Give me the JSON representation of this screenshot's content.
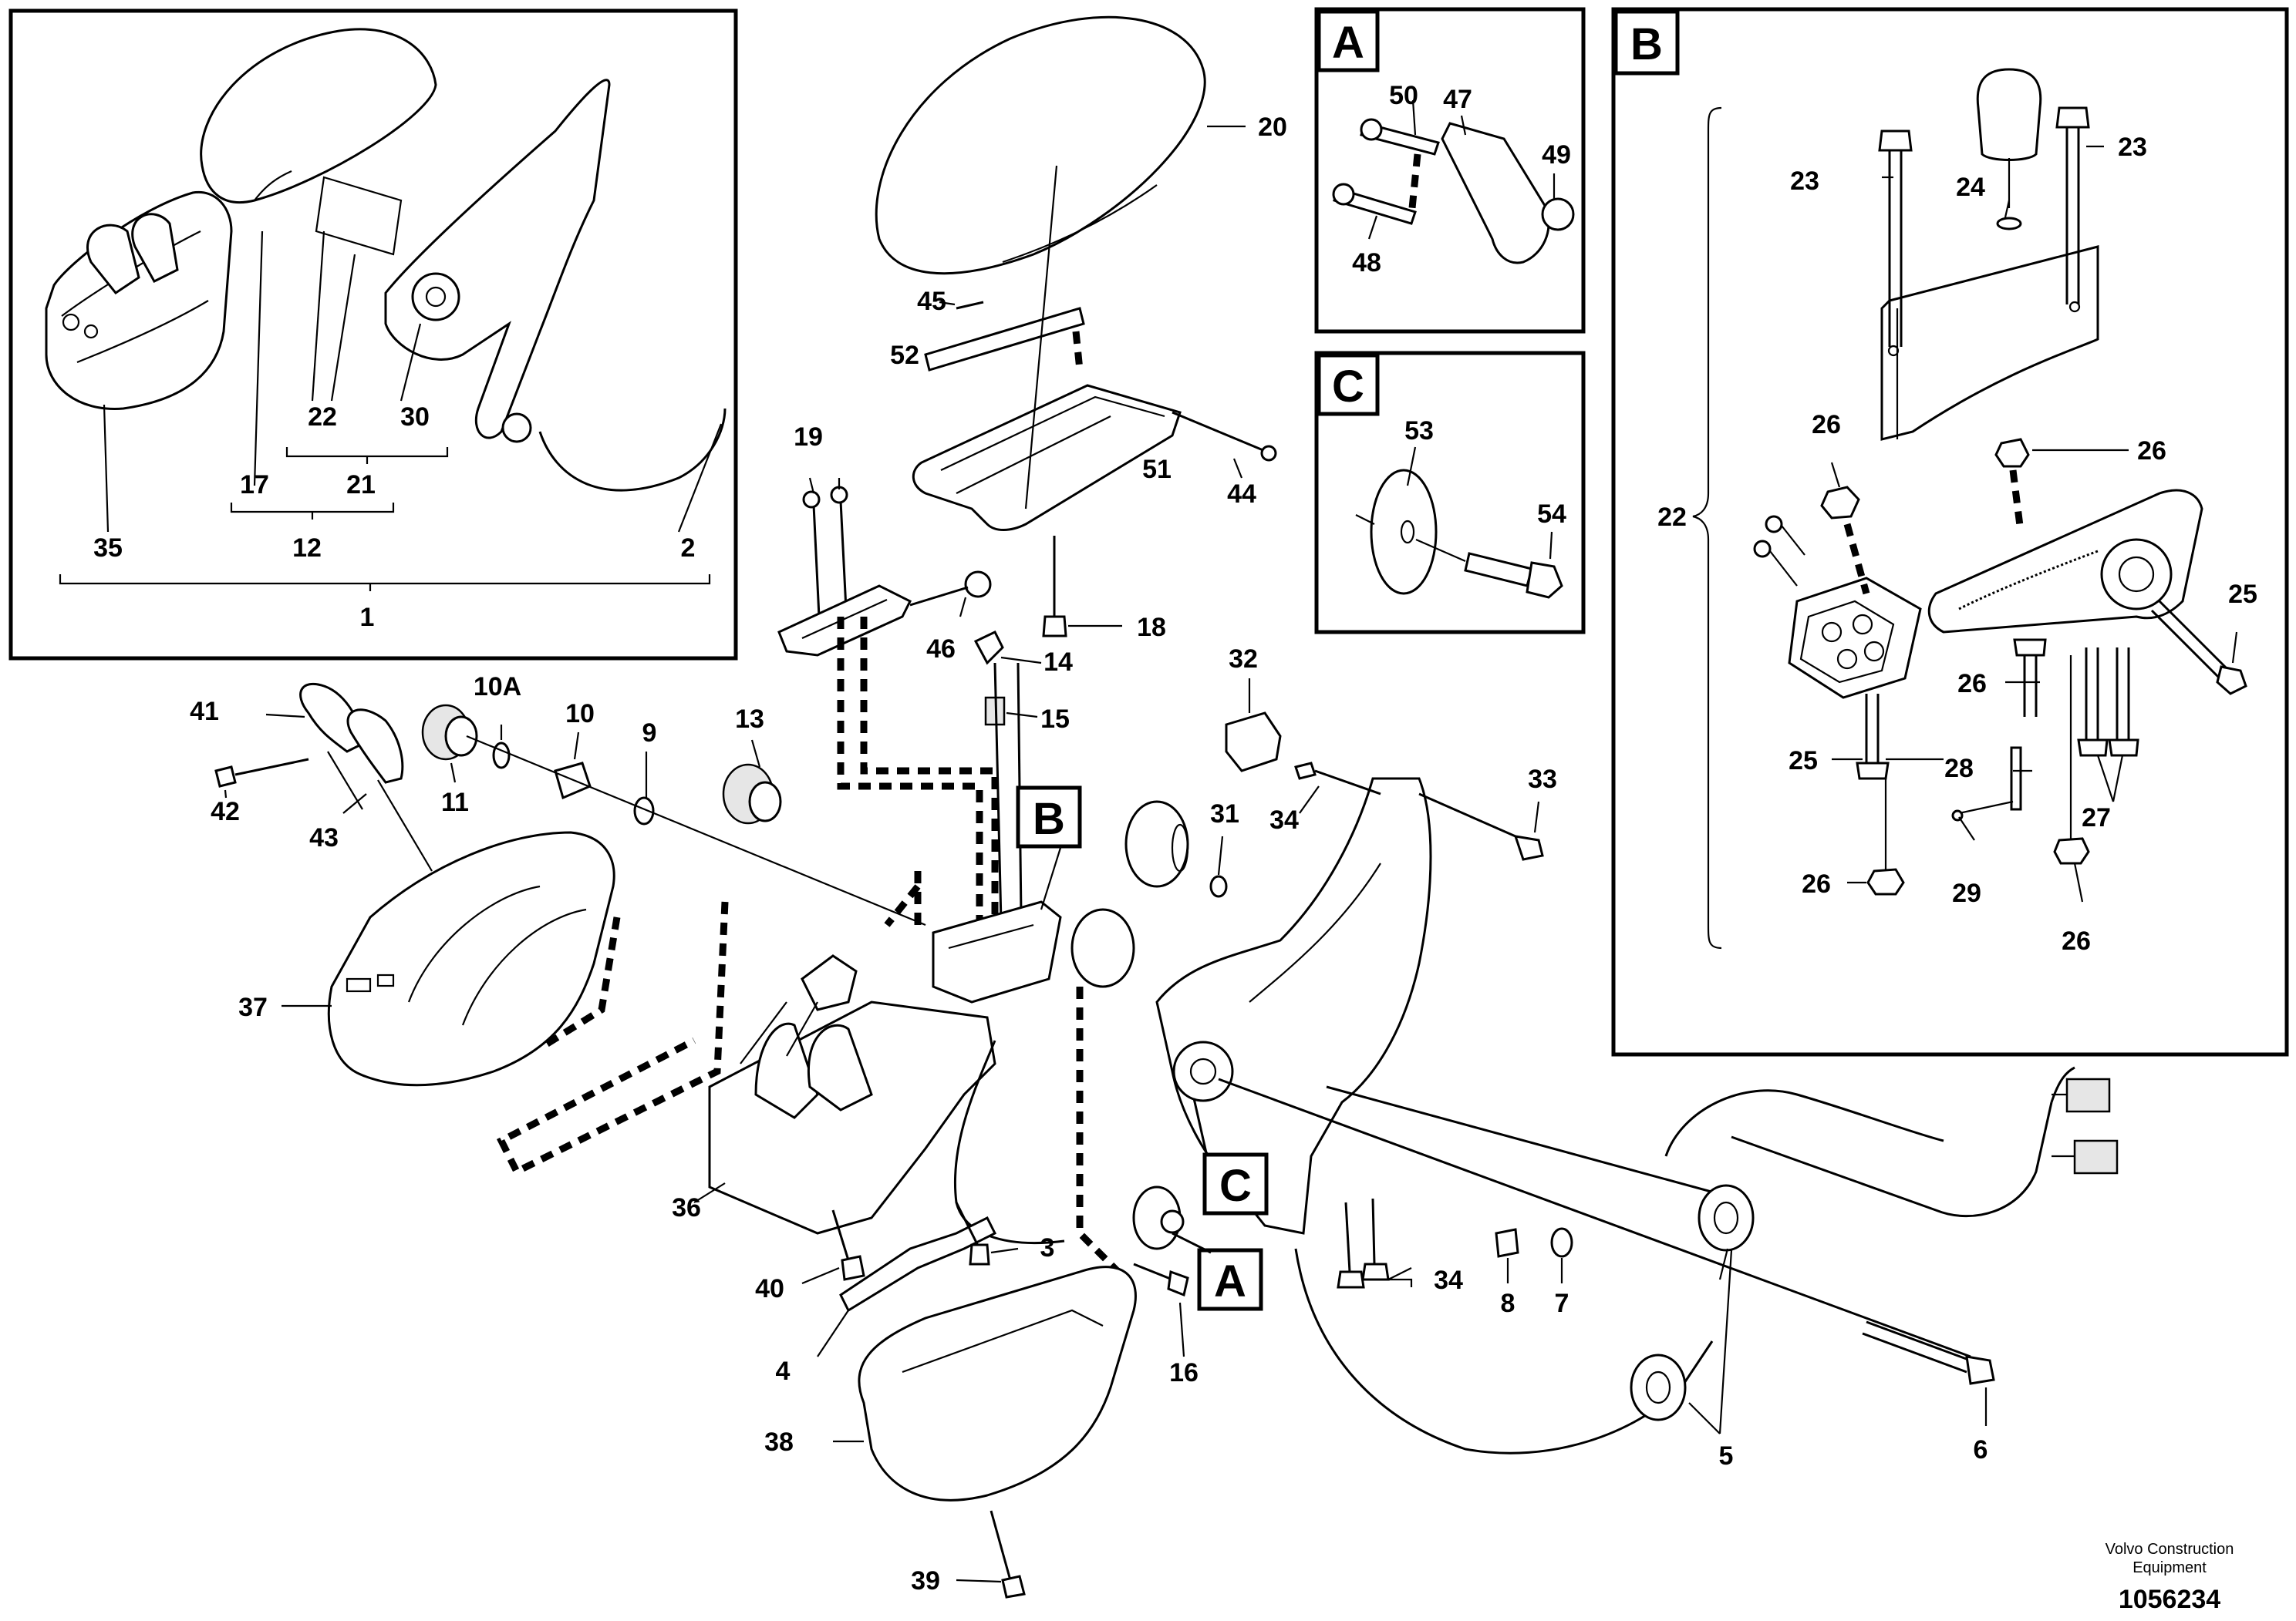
{
  "labels": {
    "p1": "1",
    "p2": "2",
    "p3": "3",
    "p4": "4",
    "p5": "5",
    "p6": "6",
    "p7": "7",
    "p8": "8",
    "p9": "9",
    "p10": "10",
    "p10a": "10A",
    "p11": "11",
    "p12": "12",
    "p13": "13",
    "p14": "14",
    "p15": "15",
    "p16": "16",
    "p17": "17",
    "p18": "18",
    "p19": "19",
    "p20": "20",
    "p21": "21",
    "p22": "22",
    "p23": "23",
    "p24": "24",
    "p25": "25",
    "p26": "26",
    "p27": "27",
    "p28": "28",
    "p29": "29",
    "p30": "30",
    "p31": "31",
    "p32": "32",
    "p33": "33",
    "p34": "34",
    "p35": "35",
    "p36": "36",
    "p37": "37",
    "p38": "38",
    "p39": "39",
    "p40": "40",
    "p41": "41",
    "p42": "42",
    "p43": "43",
    "p44": "44",
    "p45": "45",
    "p46": "46",
    "p47": "47",
    "p48": "48",
    "p49": "49",
    "p50": "50",
    "p51": "51",
    "p52": "52",
    "p53": "53",
    "p54": "54"
  },
  "detail_boxes": {
    "a": "A",
    "b": "B",
    "c": "C"
  },
  "footer": {
    "line1": "Volvo Construction",
    "line2": "Equipment",
    "doc_number": "1056234"
  }
}
